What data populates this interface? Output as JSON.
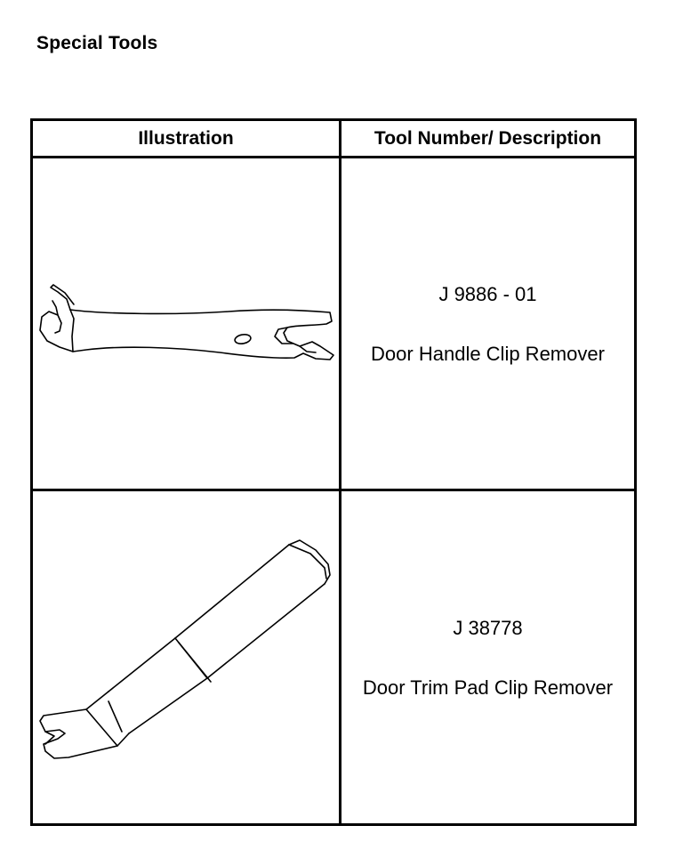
{
  "page": {
    "title": "Special Tools"
  },
  "table": {
    "headers": {
      "illustration": "Illustration",
      "description": "Tool Number/ Description"
    },
    "rows": [
      {
        "tool_number": "J 9886 - 01",
        "description": "Door Handle Clip Remover",
        "illustration_icon": "door-handle-clip-remover-tool"
      },
      {
        "tool_number": "J 38778",
        "description": "Door Trim Pad Clip Remover",
        "illustration_icon": "door-trim-pad-clip-remover-tool"
      }
    ]
  }
}
